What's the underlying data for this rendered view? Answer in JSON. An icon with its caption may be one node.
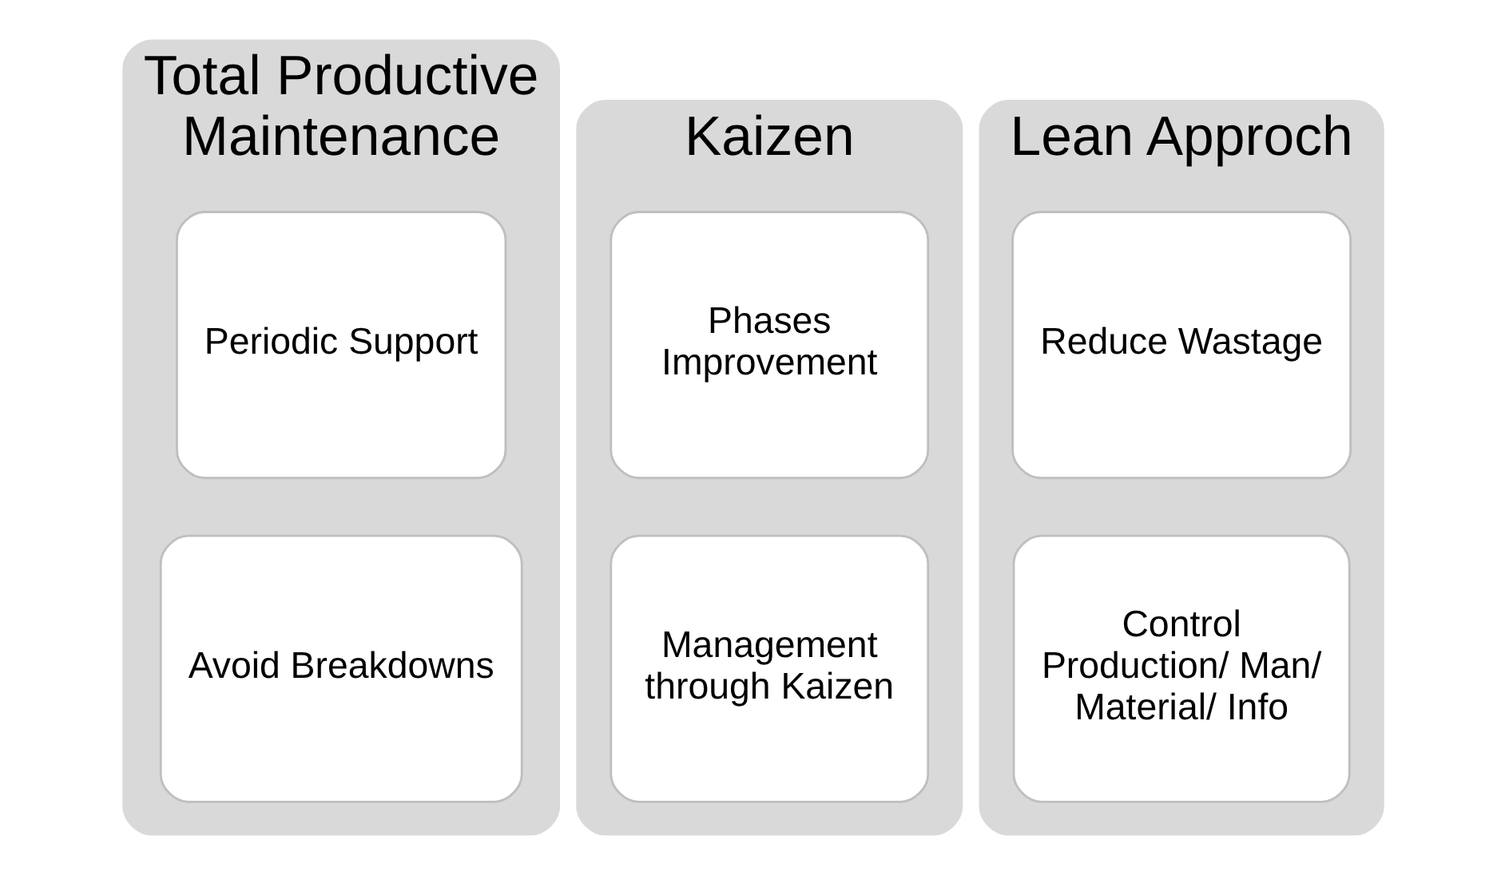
{
  "diagram": {
    "nodes": [
      {
        "text": [
          "Total Productive Maintenance"
        ]
      },
      {
        "text": [
          "Periodic Support"
        ],
        "in": 0
      },
      {
        "text": [
          "Avoid Breakdowns"
        ],
        "in": 0
      },
      {
        "text": [
          "Kaizen"
        ]
      },
      {
        "text": [
          "Phases Improvement"
        ],
        "in": 3
      },
      {
        "text": [
          "Management through Kaizen"
        ],
        "in": 3
      },
      {
        "text": [
          "Lean Approch"
        ]
      },
      {
        "text": [
          "Reduce Wastage"
        ],
        "in": 6
      },
      {
        "text": [
          "Control Production/ Man/ Material/ Info"
        ],
        "in": 6
      }
    ]
  }
}
